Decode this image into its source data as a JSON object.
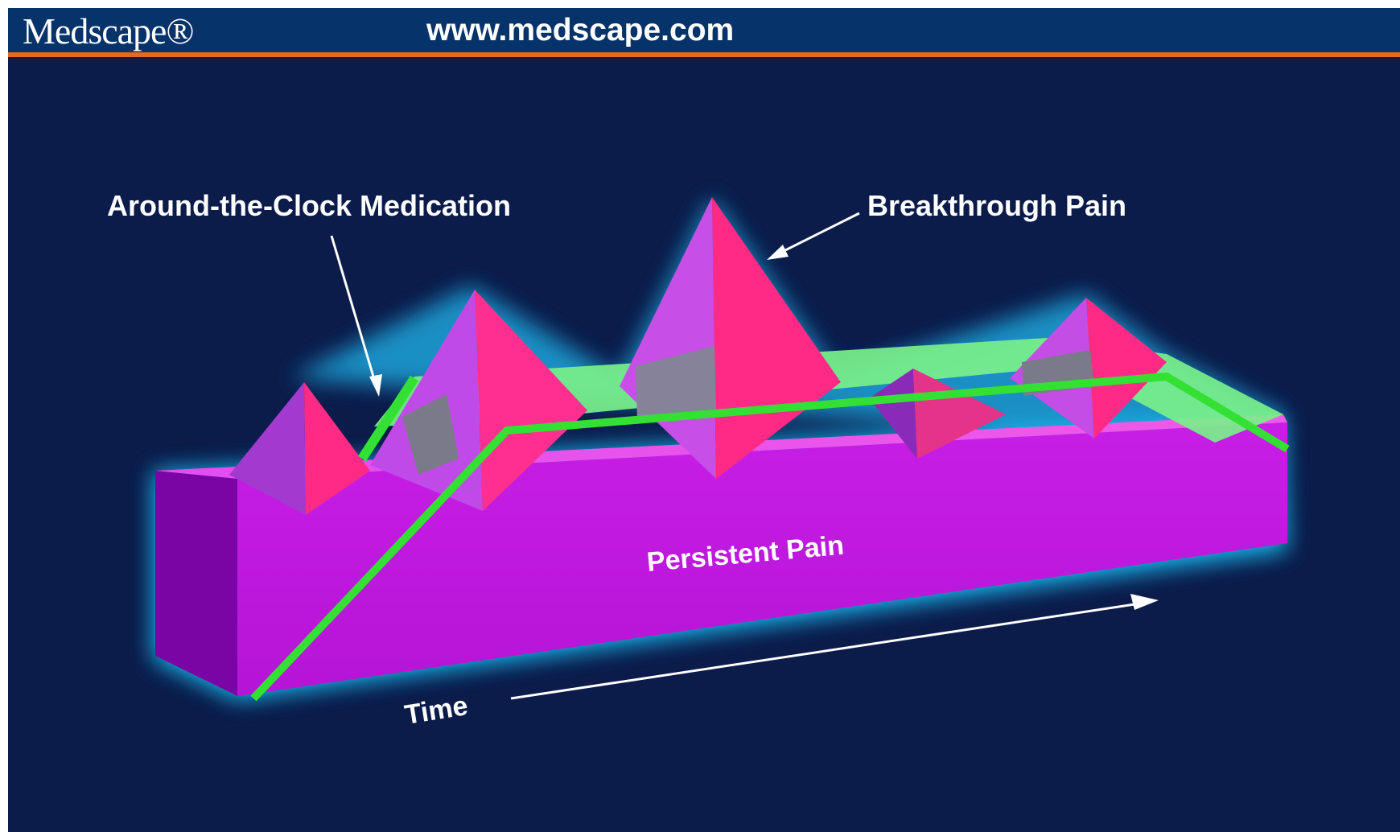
{
  "header": {
    "logo": "Medscape®",
    "url": "www.medscape.com"
  },
  "diagram": {
    "label_medication": "Around-the-Clock Medication",
    "label_breakthrough": "Breakthrough Pain",
    "label_persistent": "Persistent Pain",
    "label_time": "Time"
  },
  "colors": {
    "background": "#0b1b4a",
    "header": "#07336b",
    "header_rule": "#e56a1e",
    "persistent_pain": "#c21ee0",
    "breakthrough_pain": "#ff2a86",
    "medication": "#33e033"
  }
}
